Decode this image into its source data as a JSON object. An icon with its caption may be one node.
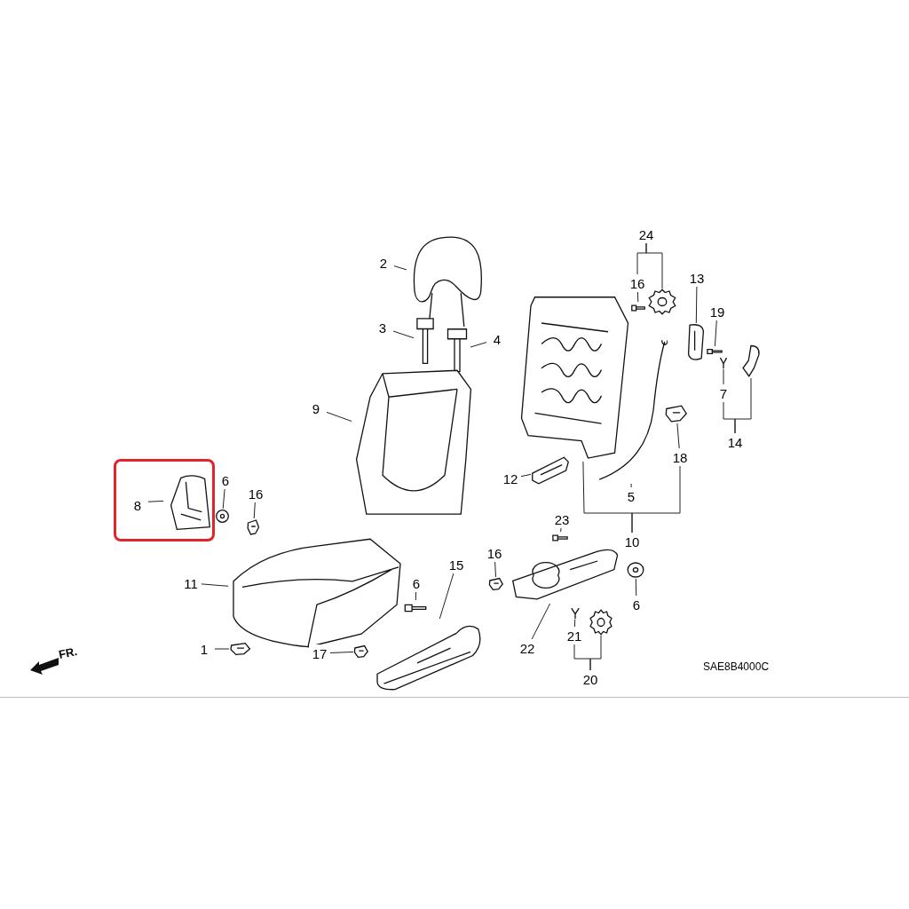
{
  "diagram": {
    "nodes": [
      {
        "text": [],
        "shape": "box"
      },
      {
        "text": [
          "8"
        ],
        "in": 0
      },
      {
        "text": [],
        "shape": "picture",
        "in": 0
      },
      {
        "text": [
          "2"
        ]
      },
      {
        "text": [],
        "shape": "picture"
      },
      {
        "text": [
          "3"
        ]
      },
      {
        "text": [],
        "shape": "picture"
      },
      {
        "text": [
          "4"
        ]
      },
      {
        "text": [],
        "shape": "picture"
      },
      {
        "text": [
          "9"
        ]
      },
      {
        "text": [],
        "shape": "picture"
      },
      {
        "text": [
          "6"
        ]
      },
      {
        "text": [],
        "shape": "picture"
      },
      {
        "text": [
          "16"
        ]
      },
      {
        "text": [],
        "shape": "picture"
      },
      {
        "text": [
          "11"
        ]
      },
      {
        "text": [],
        "shape": "picture"
      },
      {
        "text": [
          "1"
        ]
      },
      {
        "text": [],
        "shape": "picture"
      },
      {
        "text": [
          "17"
        ]
      },
      {
        "text": [],
        "shape": "picture"
      },
      {
        "text": [
          "6"
        ]
      },
      {
        "text": [],
        "shape": "picture"
      },
      {
        "text": [
          "15"
        ]
      },
      {
        "text": [],
        "shape": "picture"
      },
      {
        "text": [
          "16"
        ]
      },
      {
        "text": [],
        "shape": "picture"
      },
      {
        "text": [
          "23"
        ]
      },
      {
        "text": [],
        "shape": "picture"
      },
      {
        "text": [
          "22"
        ]
      },
      {
        "text": [],
        "shape": "picture"
      },
      {
        "text": [
          "21"
        ]
      },
      {
        "text": [],
        "shape": "picture"
      },
      {
        "text": [
          "20"
        ]
      },
      {
        "text": [],
        "shape": "picture"
      },
      {
        "text": [
          "6"
        ]
      },
      {
        "text": [],
        "shape": "picture"
      },
      {
        "text": [
          "12"
        ]
      },
      {
        "text": [],
        "shape": "picture"
      },
      {
        "text": [
          "5"
        ]
      },
      {
        "text": [],
        "shape": "picture"
      },
      {
        "text": [
          "10"
        ]
      },
      {
        "text": [],
        "shape": "picture"
      },
      {
        "text": [
          "18"
        ]
      },
      {
        "text": [],
        "shape": "picture"
      },
      {
        "text": [
          "24"
        ]
      },
      {
        "text": [],
        "shape": "picture"
      },
      {
        "text": [
          "16"
        ]
      },
      {
        "text": [],
        "shape": "picture"
      },
      {
        "text": [
          "13"
        ]
      },
      {
        "text": [],
        "shape": "picture"
      },
      {
        "text": [
          "19"
        ]
      },
      {
        "text": [],
        "shape": "picture"
      },
      {
        "text": [
          "7"
        ]
      },
      {
        "text": [],
        "shape": "picture"
      },
      {
        "text": [
          "14"
        ]
      },
      {
        "text": [],
        "shape": "picture"
      }
    ],
    "edges": [
      {
        "from": 1,
        "to": 2,
        "arrow": "none"
      },
      {
        "from": 3,
        "to": 4,
        "arrow": "none"
      },
      {
        "from": 5,
        "to": 6,
        "arrow": "none"
      },
      {
        "from": 7,
        "to": 8,
        "arrow": "none"
      },
      {
        "from": 9,
        "to": 10,
        "arrow": "none"
      },
      {
        "from": 11,
        "to": 12,
        "arrow": "none"
      },
      {
        "from": 13,
        "to": 14,
        "arrow": "none"
      },
      {
        "from": 15,
        "to": 16,
        "arrow": "none"
      },
      {
        "from": 17,
        "to": 18,
        "arrow": "none"
      },
      {
        "from": 19,
        "to": 20,
        "arrow": "none"
      },
      {
        "from": 21,
        "to": 22,
        "arrow": "none"
      },
      {
        "from": 23,
        "to": 24,
        "arrow": "none"
      },
      {
        "from": 25,
        "to": 26,
        "arrow": "none"
      },
      {
        "from": 27,
        "to": 28,
        "arrow": "none"
      },
      {
        "from": 29,
        "to": 30,
        "arrow": "none"
      },
      {
        "from": 31,
        "to": 32,
        "arrow": "none"
      },
      {
        "from": 33,
        "to": 31,
        "arrow": "none"
      },
      {
        "from": 33,
        "to": 34,
        "arrow": "none"
      },
      {
        "from": 35,
        "to": 36,
        "arrow": "none"
      },
      {
        "from": 37,
        "to": 38,
        "arrow": "none"
      },
      {
        "from": 39,
        "to": 40,
        "arrow": "none"
      },
      {
        "from": 41,
        "to": 42,
        "arrow": "none"
      },
      {
        "from": 41,
        "to": 43,
        "arrow": "none"
      },
      {
        "from": 43,
        "to": 44,
        "arrow": "none"
      },
      {
        "from": 45,
        "to": 47,
        "arrow": "none"
      },
      {
        "from": 45,
        "to": 48,
        "arrow": "none"
      },
      {
        "from": 47,
        "to": 46,
        "arrow": "none"
      },
      {
        "from": 49,
        "to": 50,
        "arrow": "none"
      },
      {
        "from": 51,
        "to": 52,
        "arrow": "none"
      },
      {
        "from": 53,
        "to": 54,
        "arrow": "none"
      },
      {
        "from": 55,
        "to": 53,
        "arrow": "none"
      },
      {
        "from": 55,
        "to": 56,
        "arrow": "none"
      }
    ],
    "labels": [
      "FR.",
      "SAE8B4000C"
    ]
  }
}
